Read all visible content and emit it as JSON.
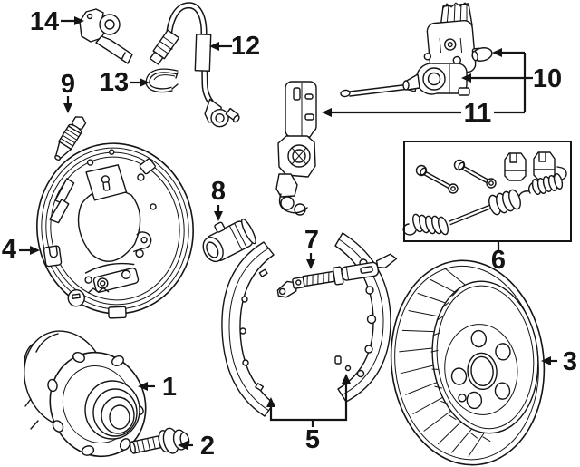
{
  "diagram": {
    "kind": "brake-parts-exploded-diagram",
    "background_color": "#ffffff",
    "line_color": "#141414",
    "callouts": [
      {
        "number": "1",
        "part": "wheel-hub-assembly"
      },
      {
        "number": "2",
        "part": "hub-bolt"
      },
      {
        "number": "3",
        "part": "brake-rotor"
      },
      {
        "number": "4",
        "part": "brake-backing-plate"
      },
      {
        "number": "5",
        "part": "brake-shoes"
      },
      {
        "number": "6",
        "part": "shoe-hardware-kit"
      },
      {
        "number": "7",
        "part": "shoe-adjuster"
      },
      {
        "number": "8",
        "part": "wheel-cylinder"
      },
      {
        "number": "9",
        "part": "bleeder-screw"
      },
      {
        "number": "10",
        "part": "parking-brake-actuator"
      },
      {
        "number": "11",
        "part": "mounting-bracket"
      },
      {
        "number": "12",
        "part": "brake-hose"
      },
      {
        "number": "13",
        "part": "hose-clip"
      },
      {
        "number": "14",
        "part": "abs-speed-sensor"
      }
    ]
  }
}
